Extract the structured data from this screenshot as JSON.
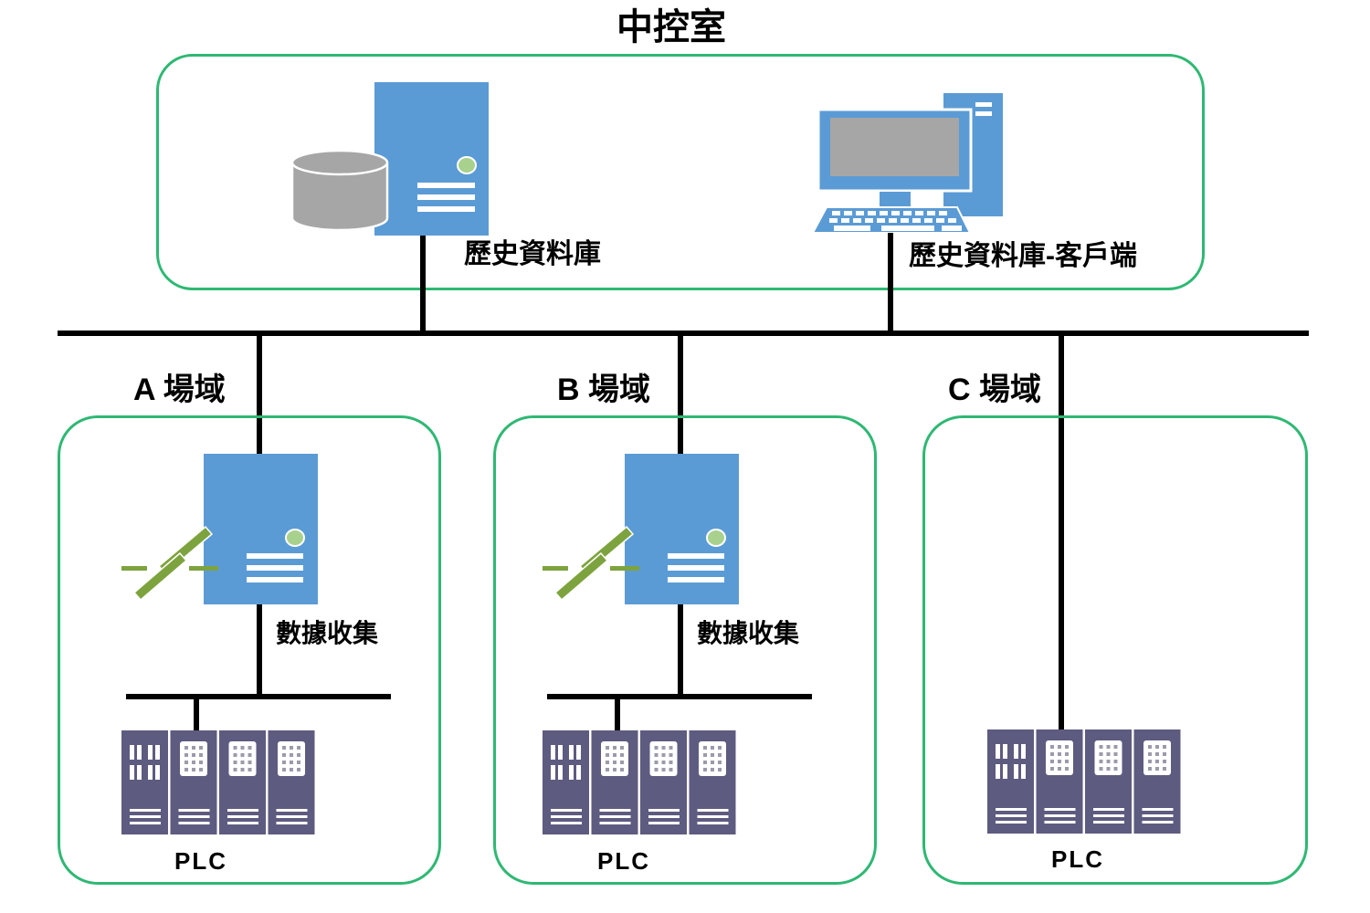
{
  "diagram_title": "中控室",
  "control_room": {
    "title": "中控室",
    "historian_label": "歷史資料庫",
    "client_label": "歷史資料庫-客戶端"
  },
  "zones": [
    {
      "id": "A",
      "label": "A 場域",
      "collector_label": "數據收集",
      "plc_label": "PLC",
      "has_collector": true
    },
    {
      "id": "B",
      "label": "B 場域",
      "collector_label": "數據收集",
      "plc_label": "PLC",
      "has_collector": true
    },
    {
      "id": "C",
      "label": "C 場域",
      "plc_label": "PLC",
      "has_collector": false
    }
  ],
  "icons": {
    "historian": "server-with-database-icon",
    "client": "desktop-computer-icon",
    "collector": "server-with-lightning-bolt-icon",
    "plc": "plc-rack-icon"
  },
  "colors": {
    "accent": "#2eb873",
    "blue": "#5b9bd5",
    "gray": "#a6a6a6",
    "purple": "#5e5b80",
    "bolt": "#7da33e",
    "led": "#a9d18e",
    "ink": "#000000"
  }
}
